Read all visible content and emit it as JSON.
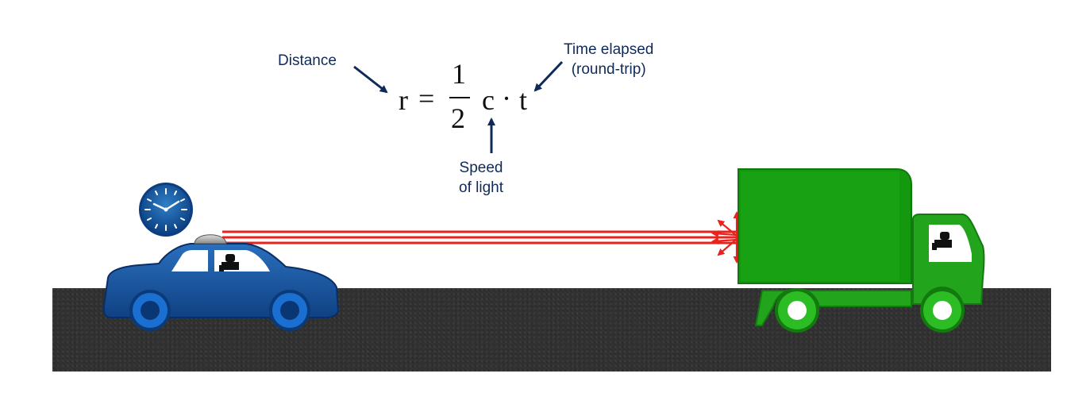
{
  "equation": {
    "lhs": "r",
    "equals": "=",
    "numerator": "1",
    "denominator": "2",
    "c": "c",
    "dot": "·",
    "t": "t"
  },
  "labels": {
    "distance": "Distance",
    "time_line1": "Time elapsed",
    "time_line2": "(round-trip)",
    "speed_line1": "Speed",
    "speed_line2": "of light"
  },
  "colors": {
    "annotation": "#0e2a5a",
    "car": "#1a5aa0",
    "truck": "#22a51c",
    "beam": "#e8231d",
    "road": "#707070"
  }
}
